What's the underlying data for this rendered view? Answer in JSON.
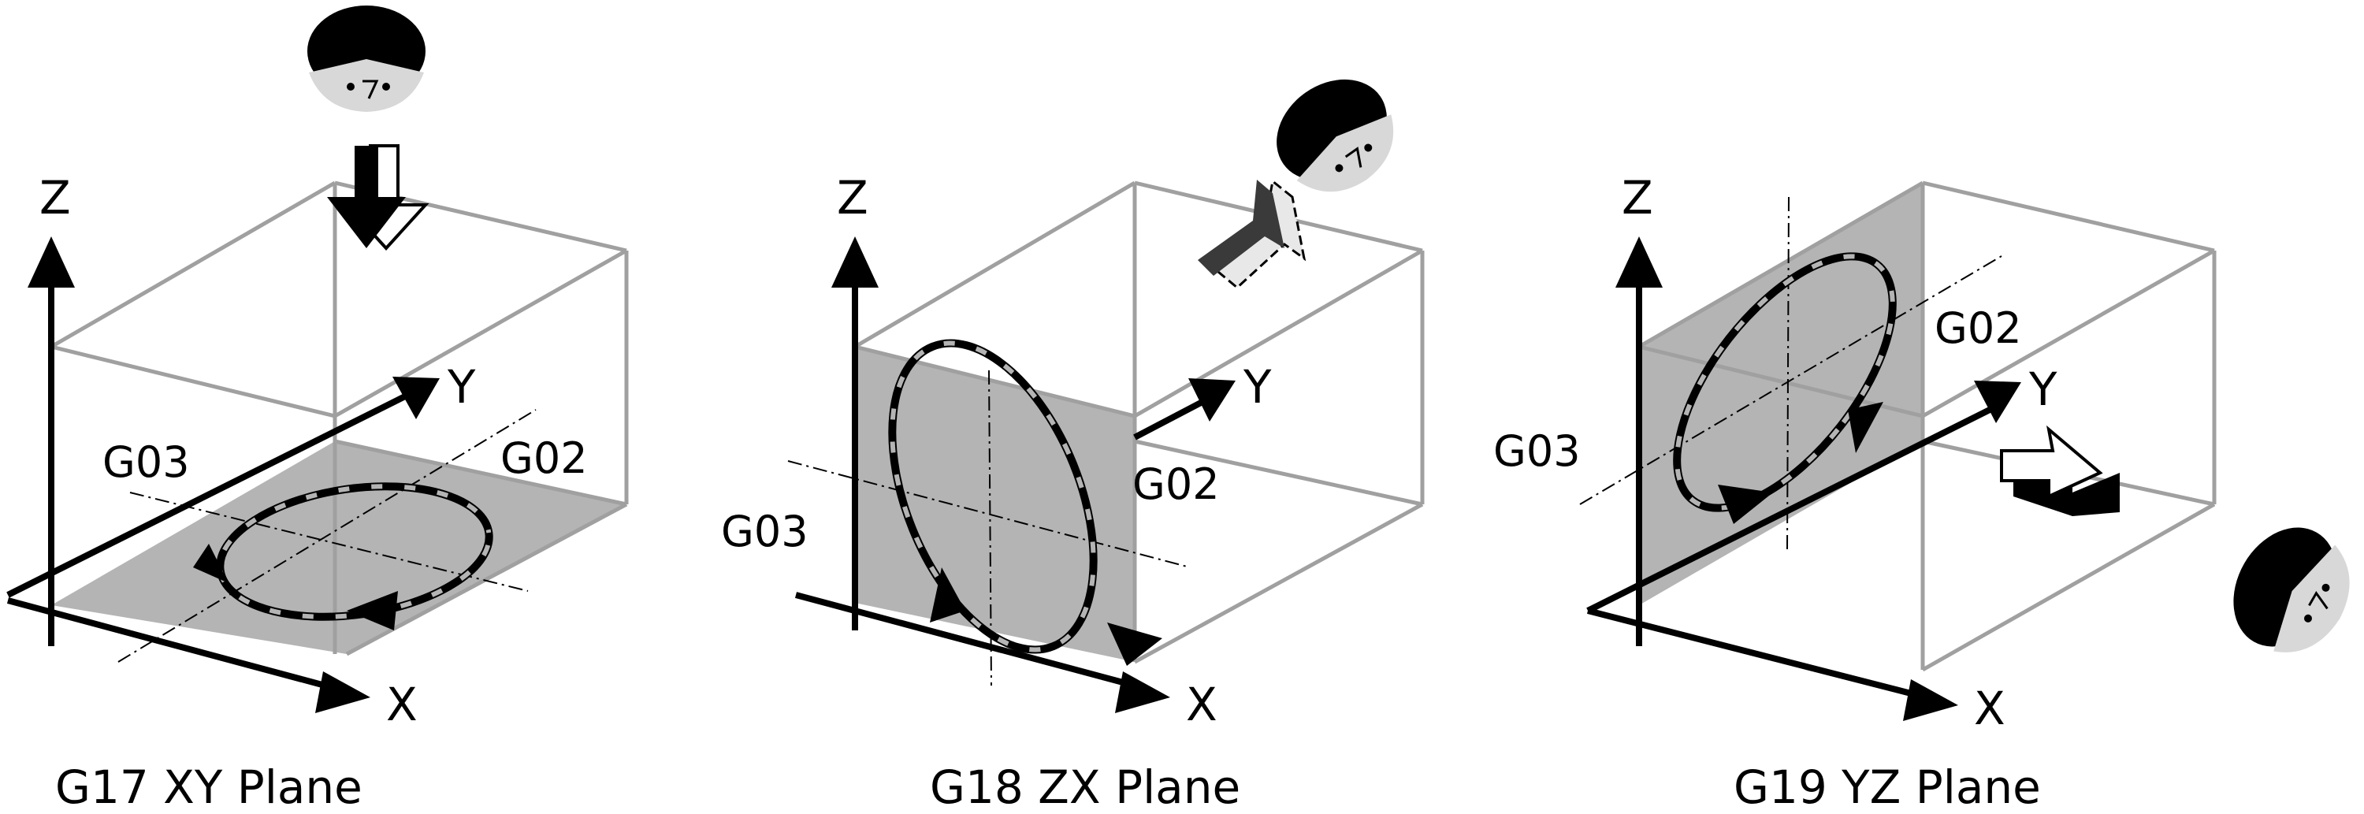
{
  "panels": [
    {
      "caption": "G17 XY Plane",
      "axes": {
        "x": "X",
        "y": "Y",
        "z": "Z"
      },
      "cw_label": "G02",
      "ccw_label": "G03",
      "shaded_plane": "XY",
      "viewer_icon": "viewer-head-icon"
    },
    {
      "caption": "G18 ZX Plane",
      "axes": {
        "x": "X",
        "y": "Y",
        "z": "Z"
      },
      "cw_label": "G02",
      "ccw_label": "G03",
      "shaded_plane": "ZX",
      "viewer_icon": "viewer-head-icon"
    },
    {
      "caption": "G19 YZ Plane",
      "axes": {
        "x": "X",
        "y": "Y",
        "z": "Z"
      },
      "cw_label": "G02",
      "ccw_label": "G03",
      "shaded_plane": "YZ",
      "viewer_icon": "viewer-head-icon"
    }
  ],
  "colors": {
    "axis": "#000000",
    "cube_edge": "#a0a0a0",
    "plane_fill": "#b4b4b4",
    "face_light": "#d0d0d0",
    "arrow_dark": "#3a3a3a"
  }
}
